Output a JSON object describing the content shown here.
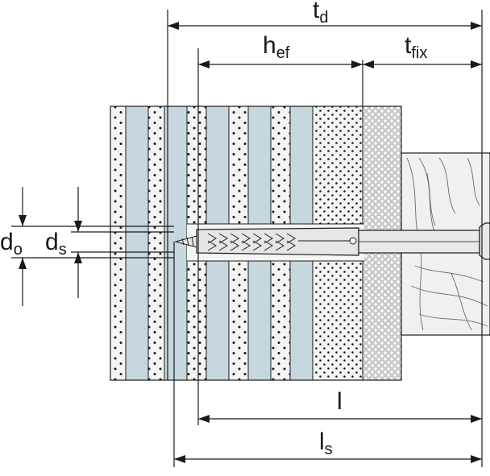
{
  "dimensions": {
    "td": {
      "main": "t",
      "sub": "d"
    },
    "hef": {
      "main": "h",
      "sub": "ef"
    },
    "tfix": {
      "main": "t",
      "sub": "fix"
    },
    "do": {
      "main": "d",
      "sub": "o"
    },
    "ds": {
      "main": "d",
      "sub": "s"
    },
    "l": {
      "main": "l"
    },
    "ls": {
      "main": "l",
      "sub": "s"
    }
  },
  "colors": {
    "line": "#1a1a1a",
    "dots": "#1a1a1a",
    "brick": "#f4f4f4",
    "cavity": "#c6d7de",
    "plaster": "#c8c8c8",
    "wood": "#f0f0f0",
    "anchor": "#e6e6e6"
  }
}
